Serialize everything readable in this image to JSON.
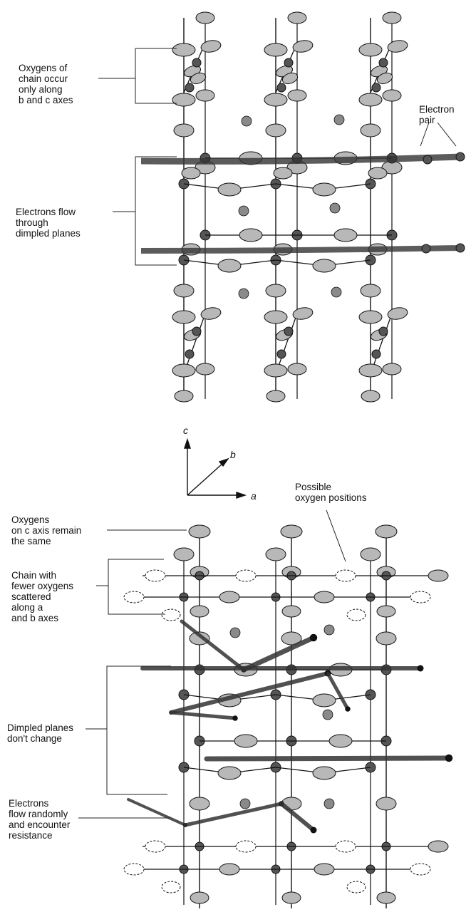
{
  "top_panel": {
    "label_oxygens_chain": [
      "Oxygens of",
      "chain occur",
      "only along",
      "b and c axes"
    ],
    "label_electron_pair": [
      "Electron",
      "pair"
    ],
    "label_electrons_flow": [
      "Electrons flow",
      "through",
      "dimpled planes"
    ]
  },
  "axes": {
    "c": "c",
    "b": "b",
    "a": "a"
  },
  "bottom_panel": {
    "label_possible_positions": [
      "Possible",
      "oxygen positions"
    ],
    "label_c_axis_oxygens": [
      "Oxygens",
      "on c axis remain",
      "the same"
    ],
    "label_chain_fewer": [
      "Chain with",
      "fewer oxygens",
      "scattered",
      "along a",
      "and b axes"
    ],
    "label_dimpled_planes": [
      "Dimpled planes",
      "don't change"
    ],
    "label_random_flow": [
      "Electrons",
      "flow randomly",
      "and encounter",
      "resistance"
    ]
  },
  "colors": {
    "ink": "#111111",
    "oxygen_fill": "#b8b8b8",
    "copper_fill": "#555555",
    "electron_band": "#333333"
  }
}
